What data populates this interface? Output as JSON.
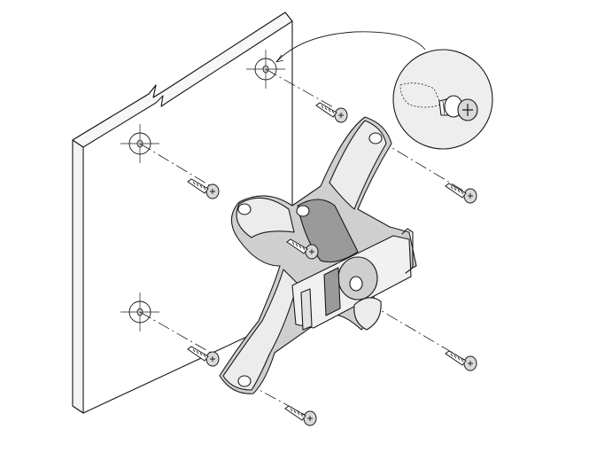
{
  "figure": {
    "kind": "exploded-assembly-illustration",
    "text_labels": []
  },
  "colors": {
    "line": "#1a1a1a",
    "wall": "#ffffff",
    "bracket_light": "#ececec",
    "bracket_mid": "#cfcfcf",
    "bracket_dark": "#9a9a9a",
    "screw": "#d9d9d9",
    "callout_fill": "#eeeeee"
  },
  "icons": {
    "wall_panel": "wall-panel",
    "bracket": "wall-mount-bracket",
    "screw": "wall-screw",
    "anchor": "wall-anchor",
    "callout": "screw-detail-callout"
  },
  "counts": {
    "wall_holes": 4,
    "wall_screws": 4,
    "bracket_screws": 4
  }
}
